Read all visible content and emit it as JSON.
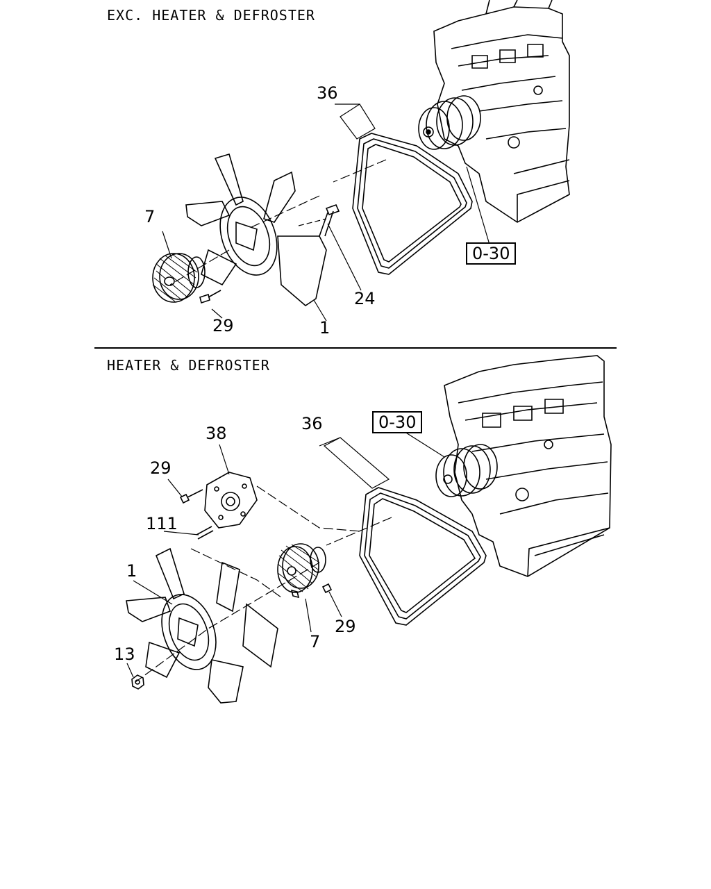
{
  "sections": {
    "top": {
      "title": "EXC. HEATER & DEFROSTER",
      "ref_box": "0-30",
      "callouts": {
        "belt": "36",
        "clutch": "7",
        "bolt": "24",
        "screw": "29",
        "fan": "1"
      }
    },
    "bottom": {
      "title": "HEATER & DEFROSTER",
      "ref_box": "0-30",
      "callouts": {
        "belt": "36",
        "bracket": "38",
        "screw_a": "29",
        "stud": "111",
        "fan": "1",
        "nut": "13",
        "clutch": "7",
        "screw_b": "29"
      }
    }
  },
  "icons": [
    "engine-block",
    "crank-pulley",
    "v-belt",
    "fan-blade",
    "fan-clutch",
    "fan-spacer",
    "bolt",
    "nut"
  ]
}
